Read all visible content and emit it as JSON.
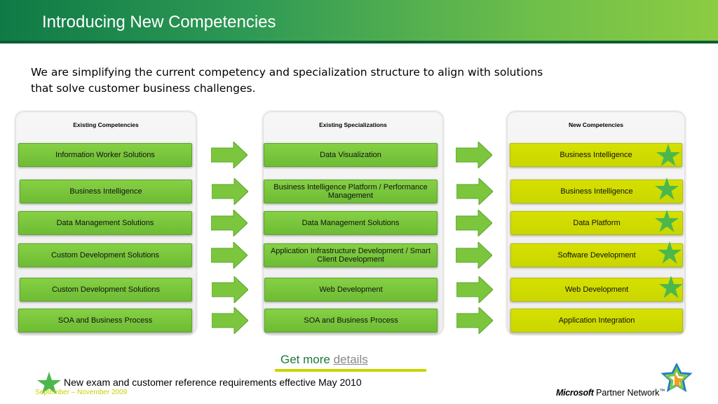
{
  "slide": {
    "title": "Introducing New Competencies",
    "intro": "We are simplifying the current competency and specialization structure to align with solutions that solve customer business challenges."
  },
  "columns": {
    "existing_competencies": {
      "heading": "Existing Competencies",
      "items": [
        "Information Worker Solutions",
        "Business Intelligence",
        "Data Management Solutions",
        "Custom Development Solutions",
        "Custom Development Solutions",
        "SOA and Business Process"
      ]
    },
    "existing_specializations": {
      "heading": "Existing Specializations",
      "items": [
        "Data Visualization",
        "Business Intelligence Platform / Performance Management",
        "Data Management Solutions",
        "Application Infrastructure Development / Smart Client Development",
        "Web Development",
        "SOA and Business Process"
      ]
    },
    "new_competencies": {
      "heading": "New Competencies",
      "items": [
        "Business Intelligence",
        "Business Intelligence",
        "Data Platform",
        "Software Development",
        "Web Development",
        "Application Integration"
      ]
    }
  },
  "get_more": {
    "prefix": "Get more",
    "link": "details"
  },
  "note": "New exam and customer reference requirements effective May 2010",
  "footer": {
    "date": "September – November 2009",
    "brand_microsoft": "Microsoft",
    "brand_partner": "Partner Network",
    "brand_tm": "™"
  },
  "colors": {
    "header_dark": "#0f7a45",
    "header_light": "#8ccc42",
    "box_green": "#78c43b",
    "box_lime": "#d0db00",
    "arrow_green": "#7cc63e",
    "star_green": "#4cb84c"
  },
  "icons": {
    "arrow": "right-arrow-icon",
    "star": "star-icon",
    "logo": "partner-network-logo-icon"
  }
}
